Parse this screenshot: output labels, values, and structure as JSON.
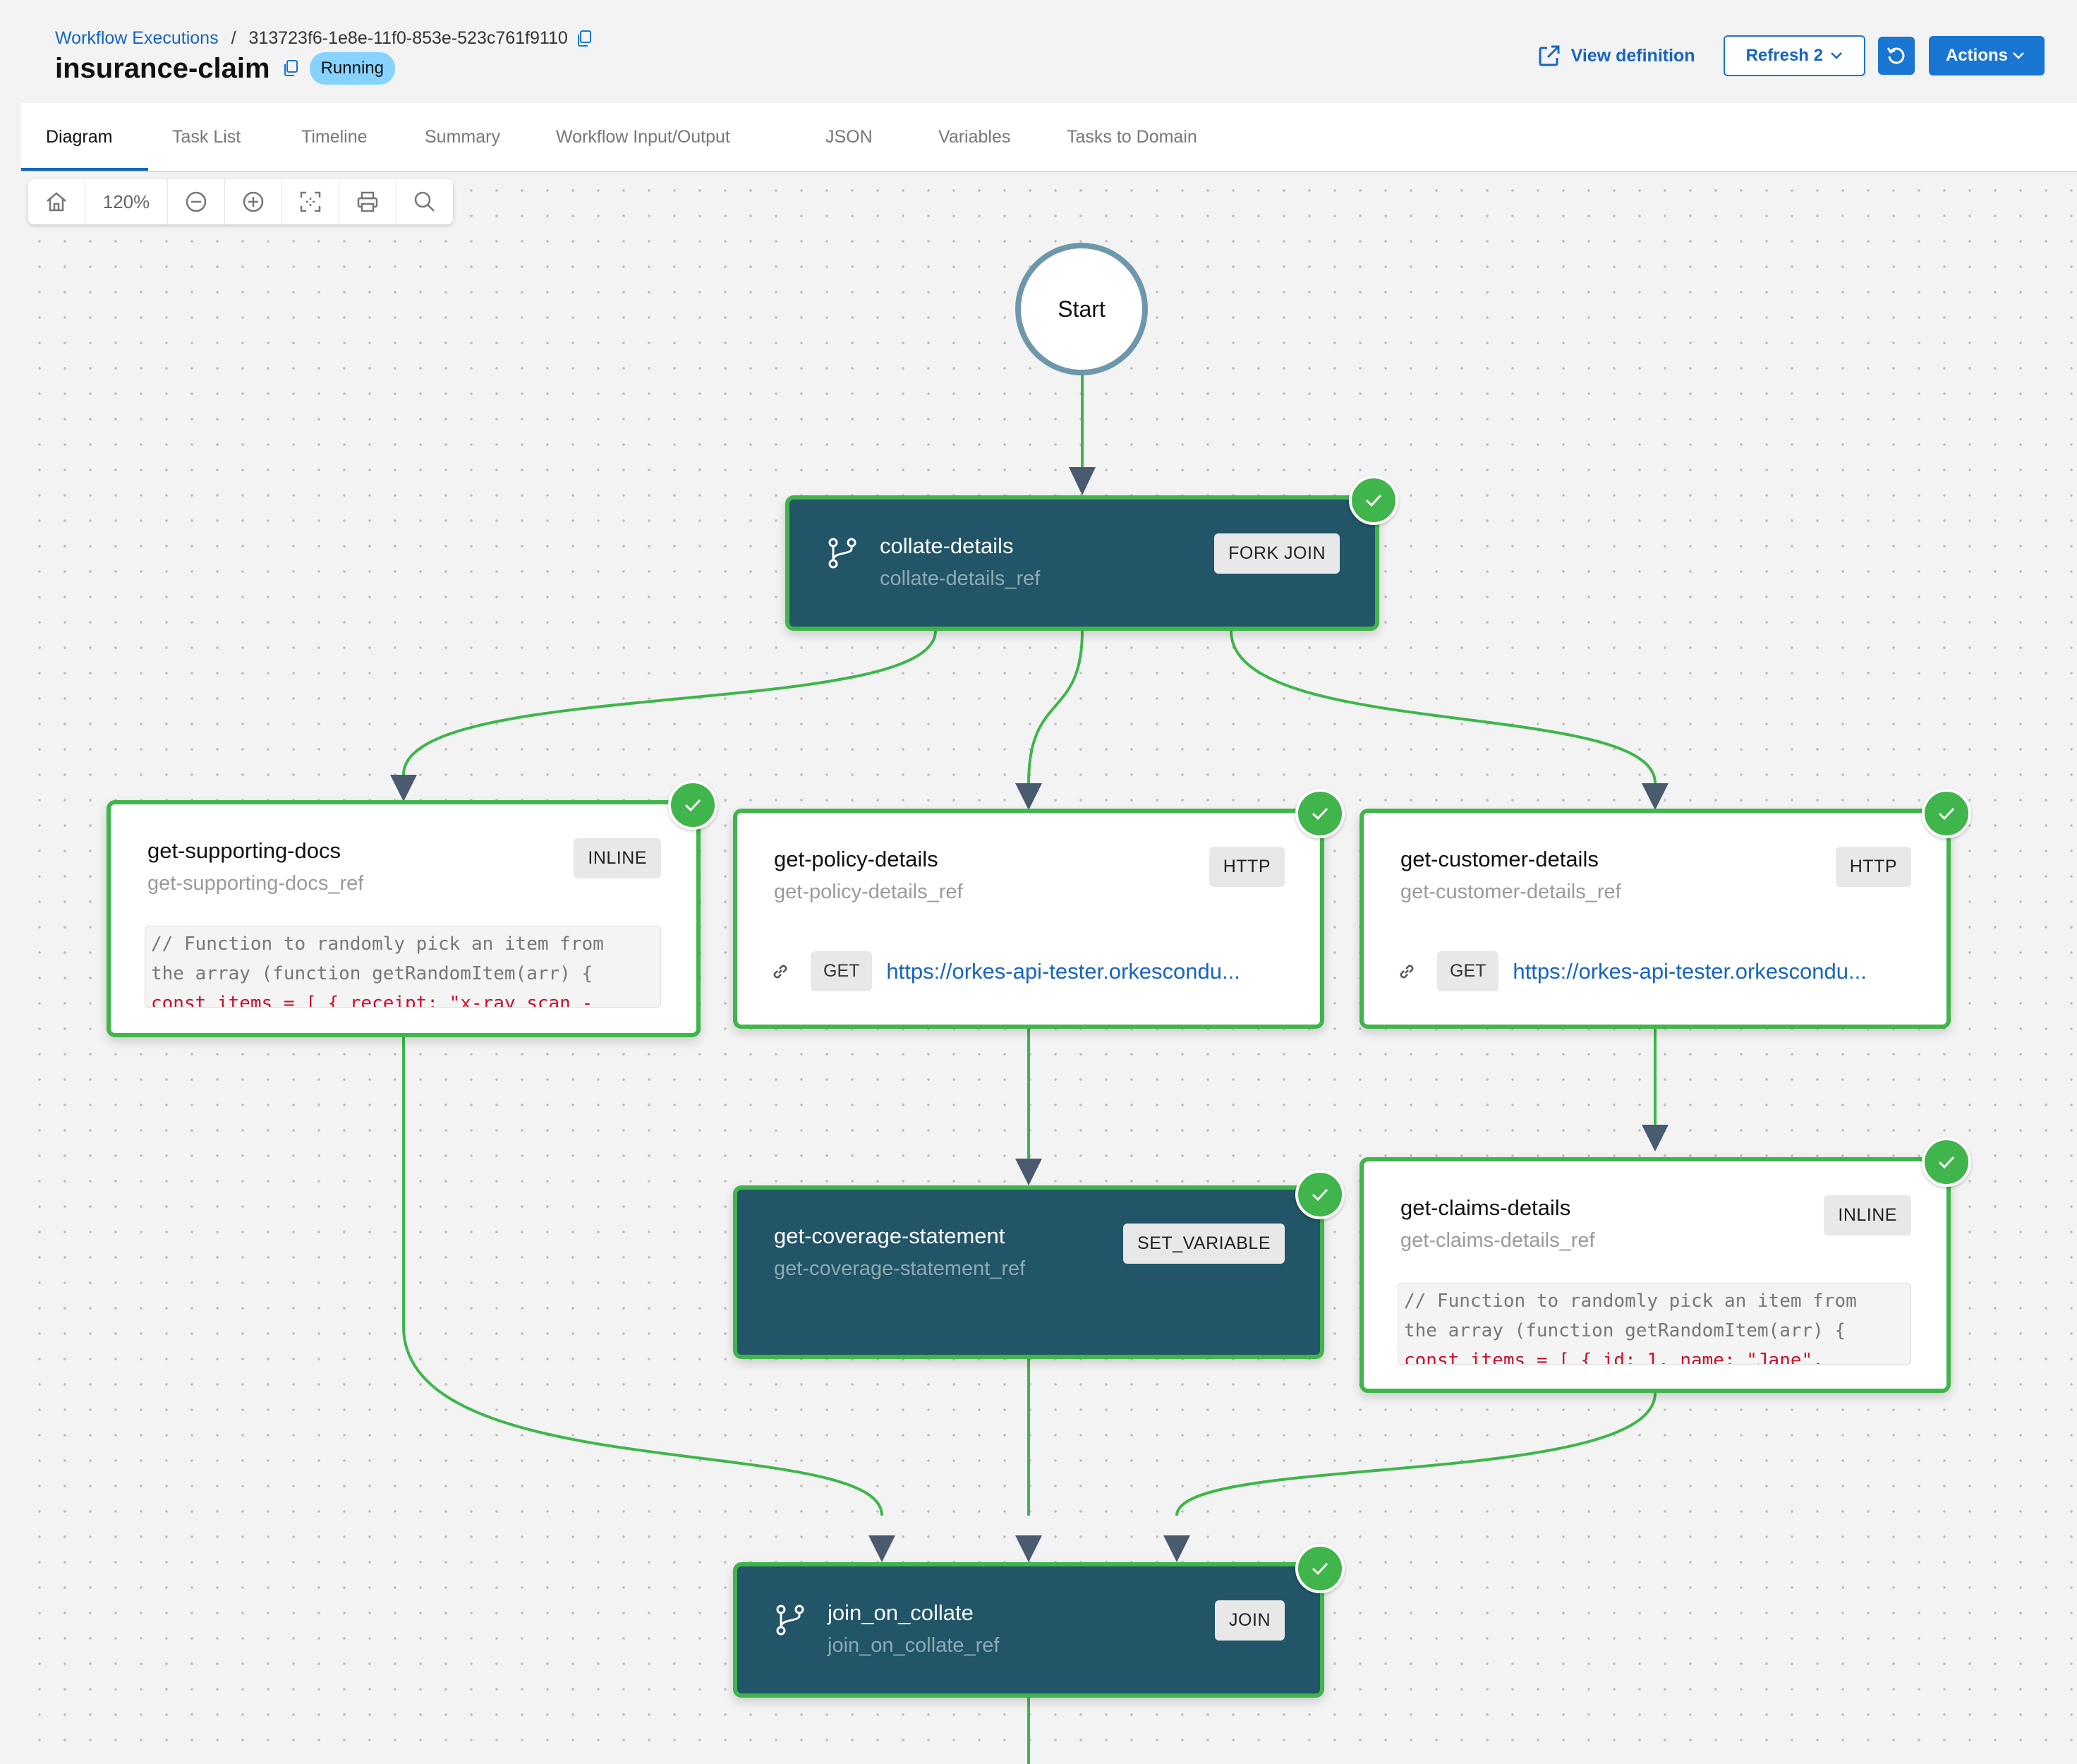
{
  "breadcrumb": {
    "parent": "Workflow Executions",
    "separator": "/",
    "execution_id": "313723f6-1e8e-11f0-853e-523c761f9110"
  },
  "workflow": {
    "name": "insurance-claim",
    "status": "Running"
  },
  "header_actions": {
    "view_definition": "View definition",
    "refresh": "Refresh 2",
    "actions": "Actions"
  },
  "tabs": [
    {
      "label": "Diagram",
      "active": true
    },
    {
      "label": "Task List",
      "active": false
    },
    {
      "label": "Timeline",
      "active": false
    },
    {
      "label": "Summary",
      "active": false
    },
    {
      "label": "Workflow Input/Output",
      "active": false
    },
    {
      "label": "JSON",
      "active": false
    },
    {
      "label": "Variables",
      "active": false
    },
    {
      "label": "Tasks to Domain",
      "active": false
    }
  ],
  "toolbar": {
    "zoom": "120%",
    "icons": [
      "home-icon",
      "zoom-out-icon",
      "zoom-in-icon",
      "fit-view-icon",
      "print-icon",
      "search-icon"
    ]
  },
  "diagram": {
    "start_label": "Start",
    "nodes": {
      "collate": {
        "name": "collate-details",
        "ref": "collate-details_ref",
        "type": "FORK JOIN",
        "status": "completed"
      },
      "supporting": {
        "name": "get-supporting-docs",
        "ref": "get-supporting-docs_ref",
        "type": "INLINE",
        "status": "completed",
        "code": [
          "// Function to randomly pick an item from",
          "the array (function getRandomItem(arr) {",
          "const items = [ { receipt: \"x-ray scan -"
        ]
      },
      "policy": {
        "name": "get-policy-details",
        "ref": "get-policy-details_ref",
        "type": "HTTP",
        "status": "completed",
        "method": "GET",
        "url": "https://orkes-api-tester.orkescondu..."
      },
      "customer": {
        "name": "get-customer-details",
        "ref": "get-customer-details_ref",
        "type": "HTTP",
        "status": "completed",
        "method": "GET",
        "url": "https://orkes-api-tester.orkescondu..."
      },
      "coverage": {
        "name": "get-coverage-statement",
        "ref": "get-coverage-statement_ref",
        "type": "SET_VARIABLE",
        "status": "completed"
      },
      "claims": {
        "name": "get-claims-details",
        "ref": "get-claims-details_ref",
        "type": "INLINE",
        "status": "completed",
        "code": [
          "// Function to randomly pick an item from",
          "the array (function getRandomItem(arr) {",
          "const items = [ { id: 1, name: \"Jane\","
        ]
      },
      "join": {
        "name": "join_on_collate",
        "ref": "join_on_collate_ref",
        "type": "JOIN",
        "status": "completed"
      }
    }
  },
  "colors": {
    "accent": "#1976d2",
    "success": "#3fb54b",
    "dark_node": "#215567",
    "start_ring": "#6d97ab",
    "running_badge": "#87d3ff",
    "edge_arrow": "#4a5b70"
  }
}
